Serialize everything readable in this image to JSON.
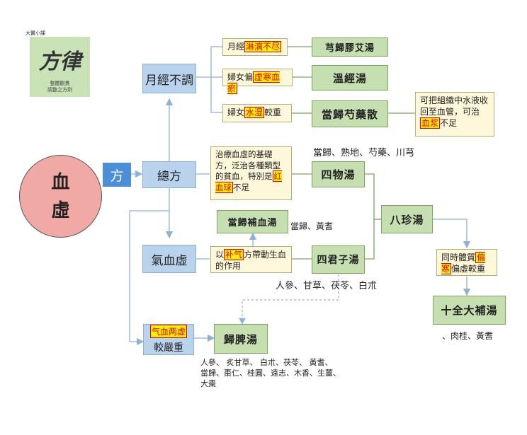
{
  "logo": {
    "header": "大醫小課",
    "calligraphy": "方律",
    "subtitle_line1": "整體觀貫",
    "subtitle_line2": "調整之方劑"
  },
  "main": {
    "topic_char1": "血",
    "topic_char2": "虛",
    "fang_tag": "方"
  },
  "categories": {
    "menstrual": "月經不調",
    "general": "總方",
    "qi_blood": "氣血虛",
    "severe_label": "較嚴重",
    "severe_tag": "气血两虚"
  },
  "conditions": {
    "c1_prefix": "月經",
    "c1_hl": "淋漓不尽",
    "c2_prefix": "婦女偏",
    "c2_hl": "虚寒血瘀",
    "c3_prefix": "婦女",
    "c3_hl": "水湿",
    "c3_suffix": "較重",
    "c4_text": "治療血虛的基礎方，泛治各種類型的貧血，特別是",
    "c4_hl": "红血球",
    "c4_suffix": "不足",
    "c5_prefix": "以",
    "c5_hl": "补气",
    "c5_suffix": "方帶動生血的作用",
    "c6_prefix": "同時體質",
    "c6_hl": "偏寒",
    "c6_suffix": "偏虛較重",
    "c7_text": "可把組織中水液收回至血管，可治",
    "c7_hl": "血浆",
    "c7_suffix": "不足"
  },
  "formulas": {
    "f1": "芎歸膠艾湯",
    "f2": "溫經湯",
    "f3": "當歸芍藥散",
    "f4": "四物湯",
    "f5": "當歸補血湯",
    "f6": "四君子湯",
    "f7": "八珍湯",
    "f8": "十全大補湯",
    "f9": "歸脾湯"
  },
  "herbs": {
    "siwu": "當歸、熟地、芍藥、川芎",
    "buxue": "當歸、黃耆",
    "sijunzi": "人參、甘草、茯苓、白朮",
    "shiquan": "、肉桂、黃耆",
    "guipi_1": "人參、 炙甘草、 白朮、茯苓、 黃耆、",
    "guipi_2": "當歸、棗仁、桂圓、遠志、木香、生薑、",
    "guipi_3": "大棗"
  }
}
